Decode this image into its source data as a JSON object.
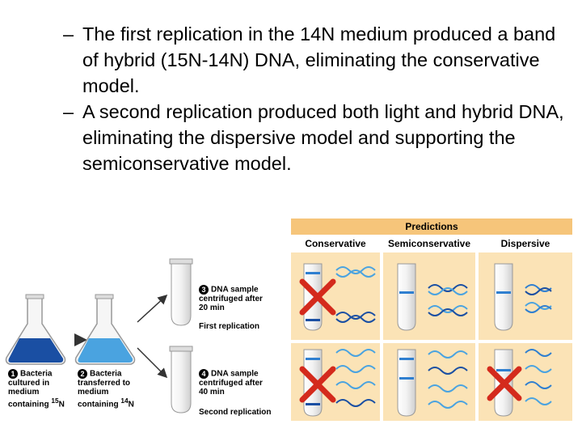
{
  "bullets": [
    "The first replication in the 14N medium produced a band of hybrid (15N-14N) DNA, eliminating the conservative model.",
    "A second replication produced both light and hybrid DNA, eliminating the dispersive model and supporting the semiconservative model."
  ],
  "dash": "–",
  "figure": {
    "steps": {
      "s1": {
        "num": "1",
        "text": "Bacteria cultured in medium containing ",
        "iso": "15",
        "el": "N"
      },
      "s2": {
        "num": "2",
        "text": "Bacteria transferred to medium containing ",
        "iso": "14",
        "el": "N"
      },
      "s3": {
        "num": "3",
        "text": "DNA sample centrifuged after 20 min"
      },
      "s4": {
        "num": "4",
        "text": "DNA sample centrifuged after 40 min"
      }
    },
    "first_replication": "First replication",
    "second_replication": "Second replication",
    "predictions_title": "Predictions",
    "columns": [
      "Conservative",
      "Semiconservative",
      "Dispersive"
    ]
  },
  "colors": {
    "dark_dna": "#1a4fa3",
    "light_dna": "#4aa3e0",
    "band": "#2f7fd0",
    "cross": "#d42a1c",
    "header_bg": "#f6c57a",
    "panel_bg": "#fbe3b6"
  }
}
